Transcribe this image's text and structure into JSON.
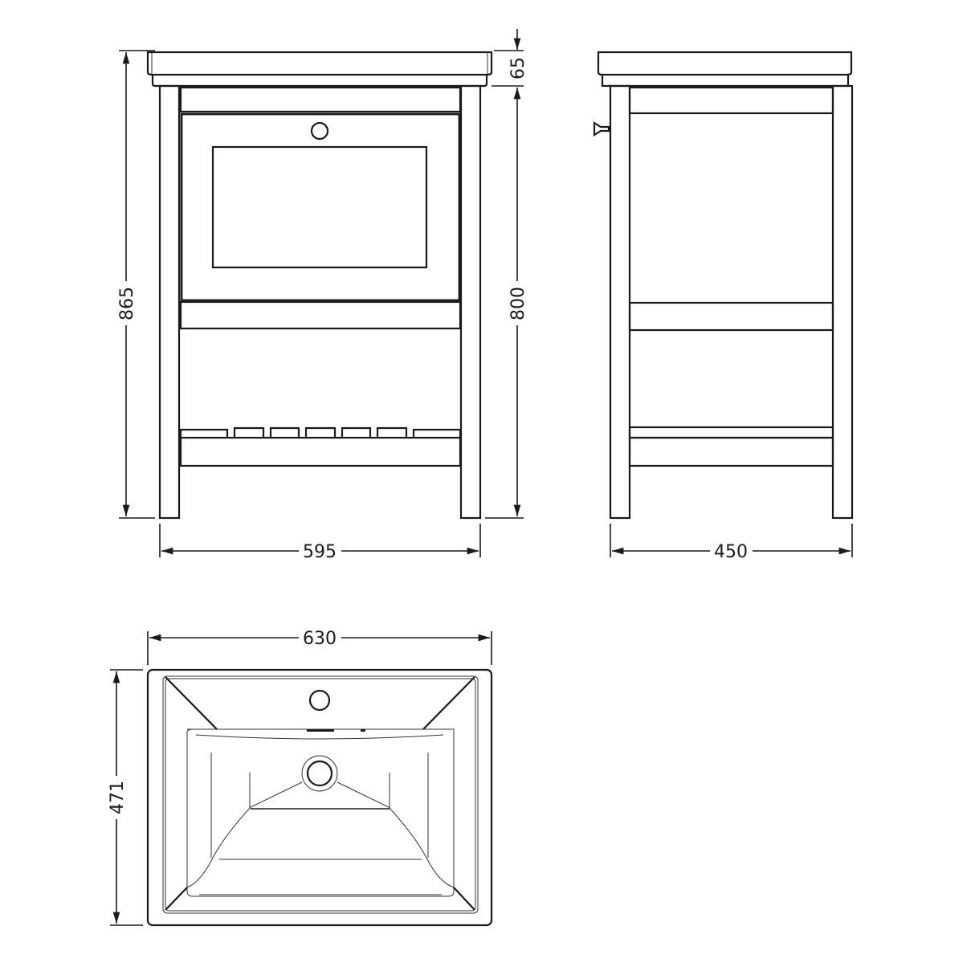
{
  "front_view": {
    "height_total": "865",
    "height_cabinet": "800",
    "basin_thickness": "65",
    "width": "595"
  },
  "side_view": {
    "depth": "450"
  },
  "plan_view": {
    "width": "630",
    "depth": "471"
  },
  "colors": {
    "line": "#1a1a1a",
    "background": "#ffffff"
  }
}
